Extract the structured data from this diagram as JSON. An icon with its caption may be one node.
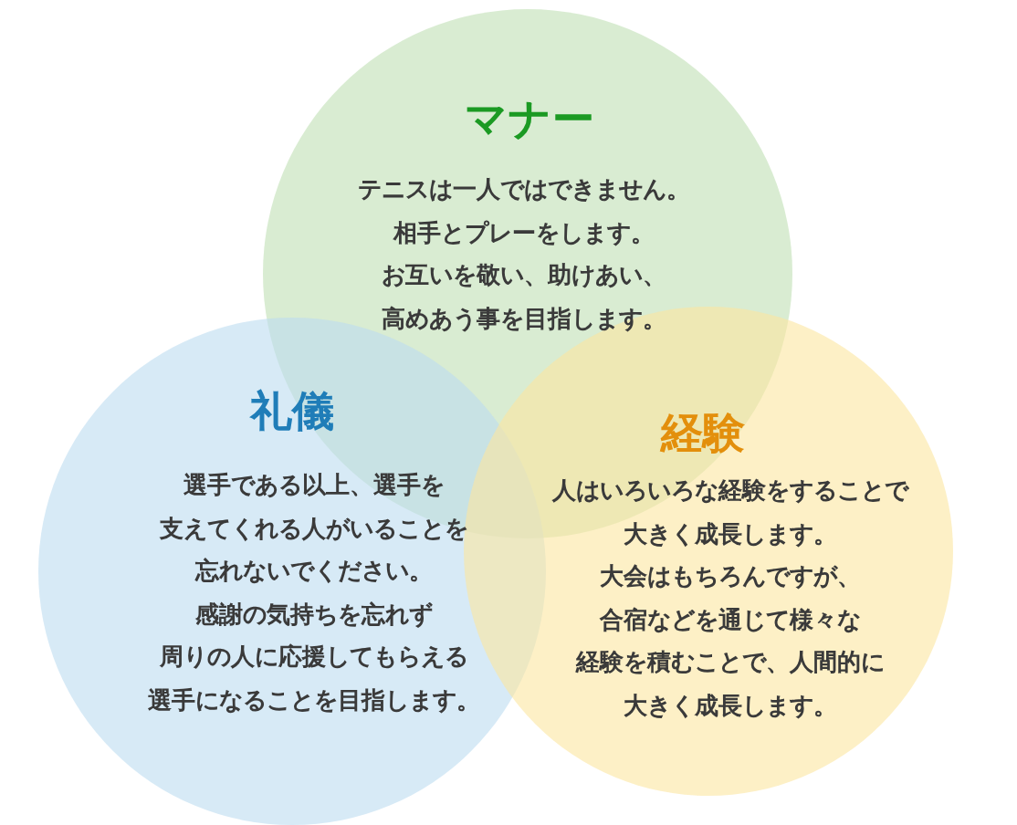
{
  "diagram": {
    "nodes": [
      {
        "text": [
          "マナー",
          "テニスは一人ではできません。相手とプレーをします。お互いを敬い、助けあい、高めあう事を目指します。"
        ]
      },
      {
        "text": [
          "礼儀",
          "選手である以上、選手を支えてくれる人がいることを忘れないでください。感謝の気持ちを忘れず周りの人に応援してもらえる選手になることを目指します。"
        ]
      },
      {
        "text": [
          "経験",
          "人はいろいろな経験をすることで大きく成長します。大会はもちろんですが、合宿などを通じて様々な経験を積むことで、人間的に大きく成長します。"
        ]
      }
    ]
  }
}
